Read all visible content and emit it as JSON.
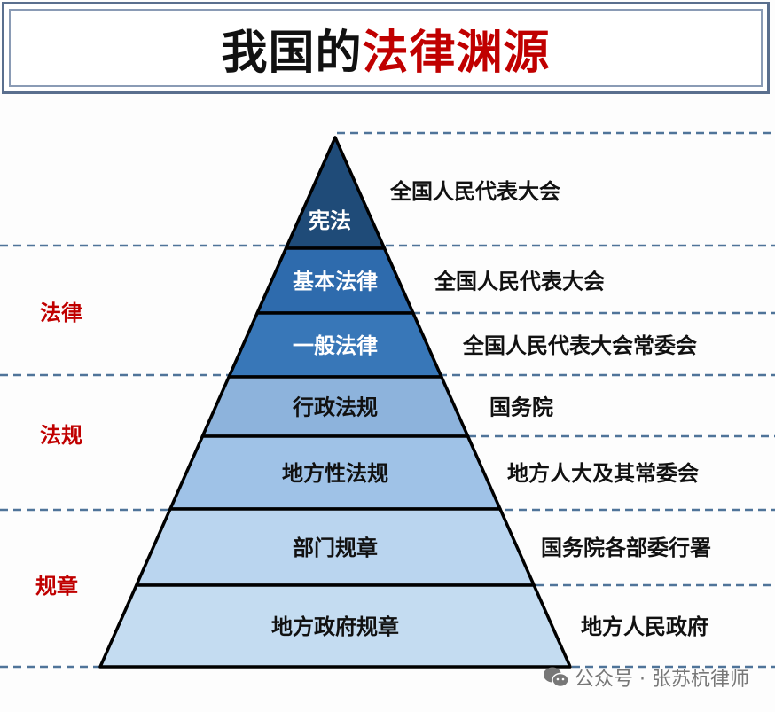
{
  "title": {
    "part1": "我国的",
    "part2": "法律渊源"
  },
  "colors": {
    "accent_red": "#c00000",
    "dash": "#4f7499",
    "outline": "#000000"
  },
  "categories": [
    {
      "label": "法律"
    },
    {
      "label": "法规"
    },
    {
      "label": "规章"
    }
  ],
  "tiers": [
    {
      "label": "宪法",
      "authority": "全国人民代表大会",
      "fill": "#1f4b78",
      "text_color": "#ffffff"
    },
    {
      "label": "基本法律",
      "authority": "全国人民代表大会",
      "fill": "#2e6bad",
      "text_color": "#ffffff"
    },
    {
      "label": "一般法律",
      "authority": "全国人民代表大会常委会",
      "fill": "#3877b8",
      "text_color": "#ffffff"
    },
    {
      "label": "行政法规",
      "authority": "国务院",
      "fill": "#8db3dc",
      "text_color": "#111111"
    },
    {
      "label": "地方性法规",
      "authority": "地方人大及其常委会",
      "fill": "#9fc2e7",
      "text_color": "#111111"
    },
    {
      "label": "部门规章",
      "authority": "国务院各部委行署",
      "fill": "#bad5ef",
      "text_color": "#111111"
    },
    {
      "label": "地方政府规章",
      "authority": "地方人民政府",
      "fill": "#c4dcf1",
      "text_color": "#111111"
    }
  ],
  "watermark": {
    "icon": "wechat-icon",
    "text": "公众号 · 张苏杭律师"
  }
}
